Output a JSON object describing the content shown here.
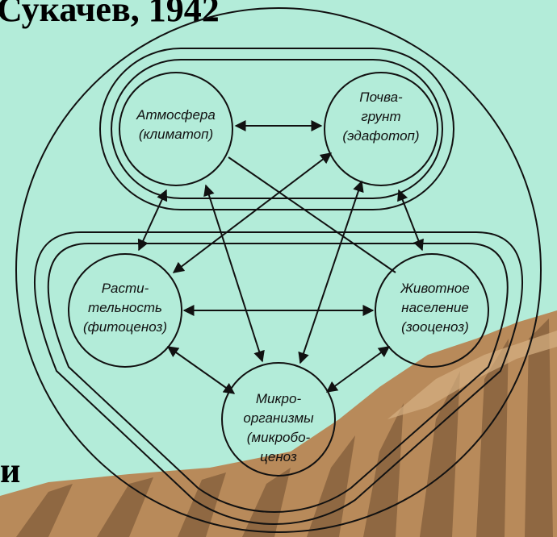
{
  "slide": {
    "title_fragment": "Сукачев, 1942",
    "side_letter": "и",
    "colors": {
      "background": "#b3ecd9",
      "mountain_light": "#c89a6a",
      "mountain_dark": "#8f6842",
      "line": "#111111"
    }
  },
  "diagram": {
    "nodes": {
      "atmosphere": [
        "Атмосфера",
        "(климатоп)"
      ],
      "soil": [
        "Почва-",
        "грунт",
        "(эдафотоп)"
      ],
      "vegetation": [
        "Расти-",
        "тельность",
        "(фитоценоз)"
      ],
      "animals": [
        "Животное",
        "население",
        "(зооценоз)"
      ],
      "microorganisms": [
        "Микро-",
        "организмы",
        "(микробо-",
        "ценоз"
      ]
    }
  }
}
